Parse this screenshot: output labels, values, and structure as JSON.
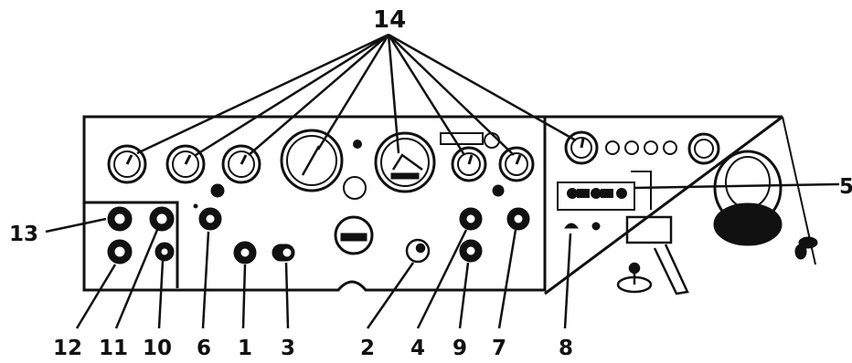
{
  "figure": {
    "subject": "instrument-panel-line-drawing",
    "colors": {
      "ink": "#111111",
      "paper": "#ffffff"
    }
  },
  "callouts": {
    "c1": "1",
    "c2": "2",
    "c3": "3",
    "c4": "4",
    "c5": "5",
    "c6": "6",
    "c7": "7",
    "c8": "8",
    "c9": "9",
    "c10": "10",
    "c11": "11",
    "c12": "12",
    "c13": "13",
    "c14": "14"
  }
}
